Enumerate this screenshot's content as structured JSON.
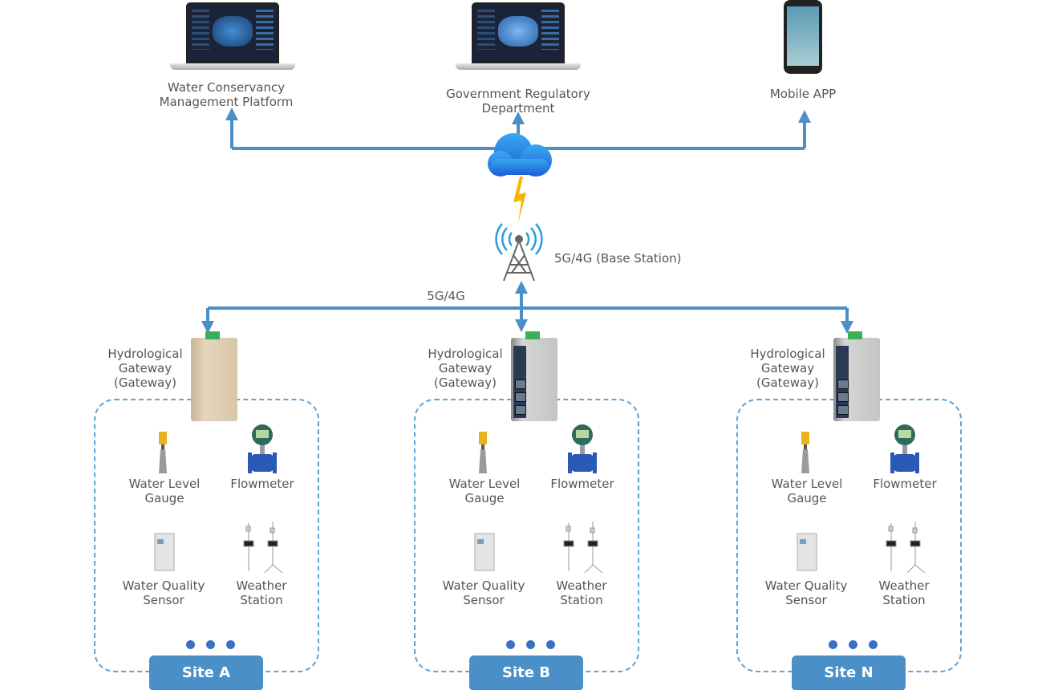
{
  "top": {
    "platform_label": "Water Conservancy\nManagement Platform",
    "government_label": "Government Regulatory\nDepartment",
    "mobile_label": "Mobile APP"
  },
  "network": {
    "base_station_label": "5G/4G (Base Station)",
    "link_label": "5G/4G"
  },
  "colors": {
    "line": "#4a8fc7",
    "dashed_border": "#5ba3d8",
    "site_button": "#4a8fc7",
    "dots": "#3b6fc4"
  },
  "sites": [
    {
      "name": "Site A",
      "gateway_label": "Hydrological\nGateway\n(Gateway)",
      "gateway_style": "tan",
      "devices": {
        "water_level": "Water Level\nGauge",
        "flowmeter": "Flowmeter",
        "water_quality": "Water Quality\nSensor",
        "weather": "Weather\nStation"
      }
    },
    {
      "name": "Site B",
      "gateway_label": "Hydrological\nGateway\n(Gateway)",
      "gateway_style": "grey",
      "devices": {
        "water_level": "Water Level\nGauge",
        "flowmeter": "Flowmeter",
        "water_quality": "Water Quality\nSensor",
        "weather": "Weather\nStation"
      }
    },
    {
      "name": "Site N",
      "gateway_label": "Hydrological\nGateway\n(Gateway)",
      "gateway_style": "grey",
      "devices": {
        "water_level": "Water Level\nGauge",
        "flowmeter": "Flowmeter",
        "water_quality": "Water Quality\nSensor",
        "weather": "Weather\nStation"
      }
    }
  ]
}
